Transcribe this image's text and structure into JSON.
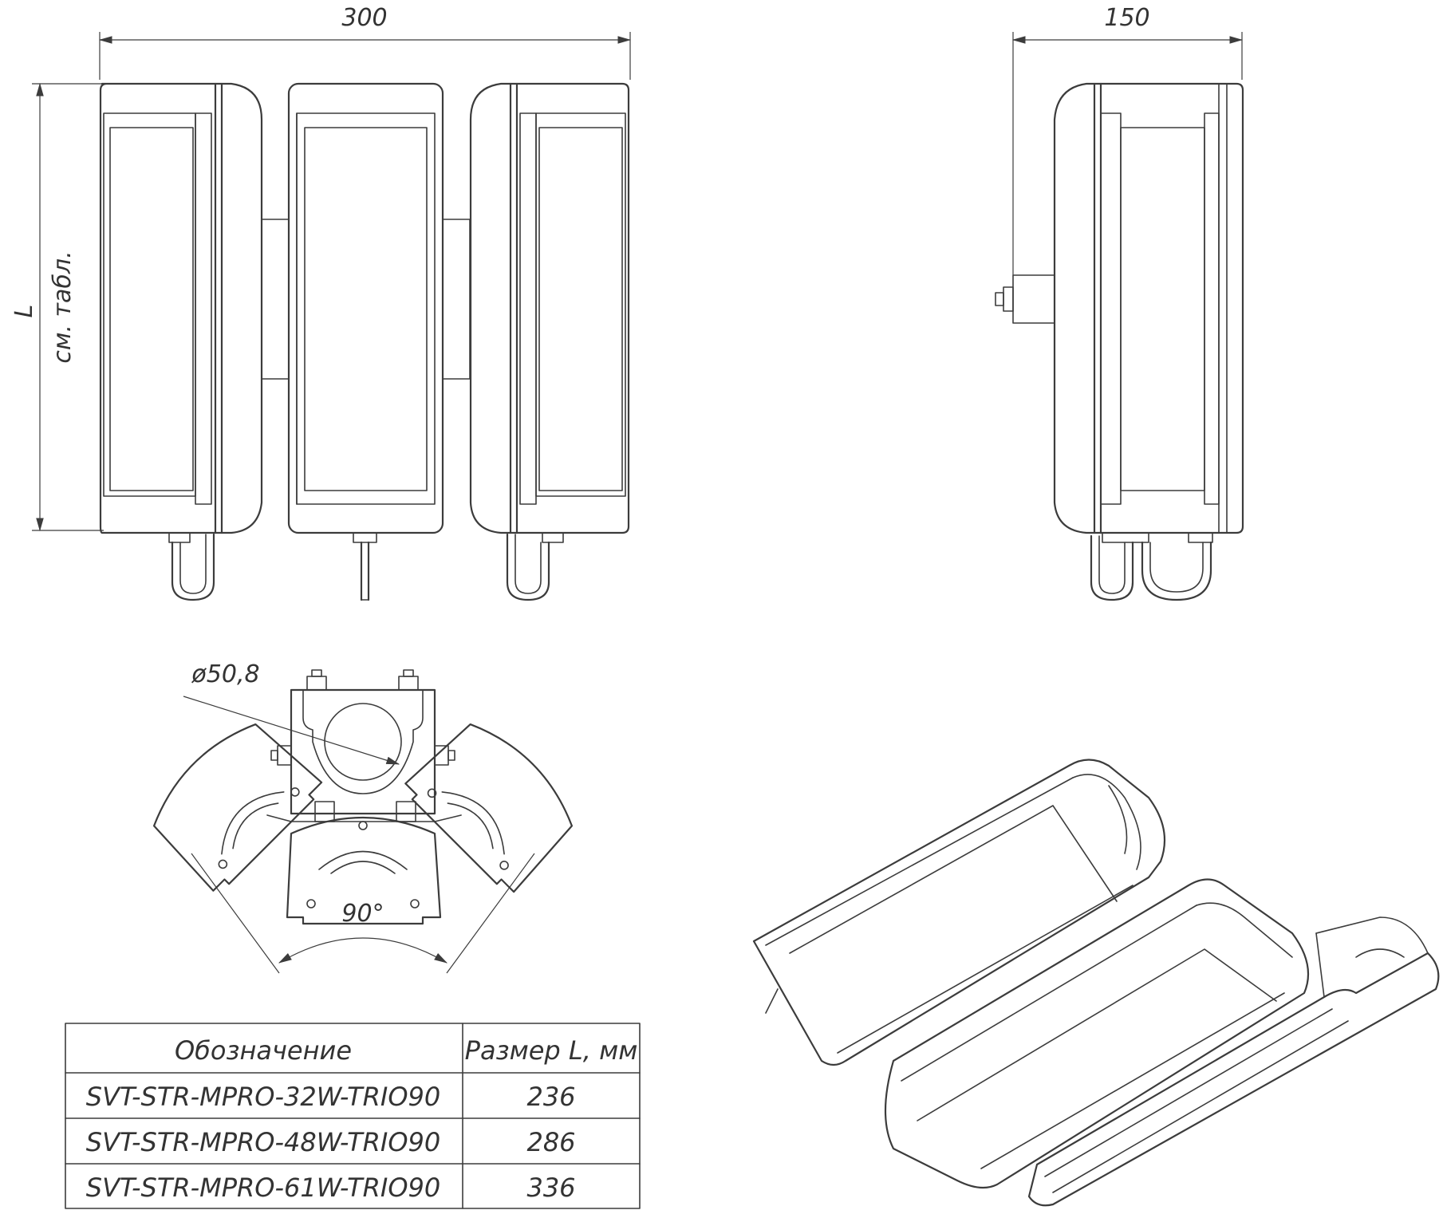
{
  "dimensions": {
    "width_300": "300",
    "width_150": "150",
    "height_label": "L",
    "height_note": "см. табл.",
    "diameter": "ø50,8",
    "angle": "90°"
  },
  "table": {
    "headers": [
      "Обозначение",
      "Размер L, мм"
    ],
    "rows": [
      {
        "designation": "SVT-STR-MPRO-32W-TRIO90",
        "size": "236"
      },
      {
        "designation": "SVT-STR-MPRO-48W-TRIO90",
        "size": "286"
      },
      {
        "designation": "SVT-STR-MPRO-61W-TRIO90",
        "size": "336"
      }
    ]
  }
}
